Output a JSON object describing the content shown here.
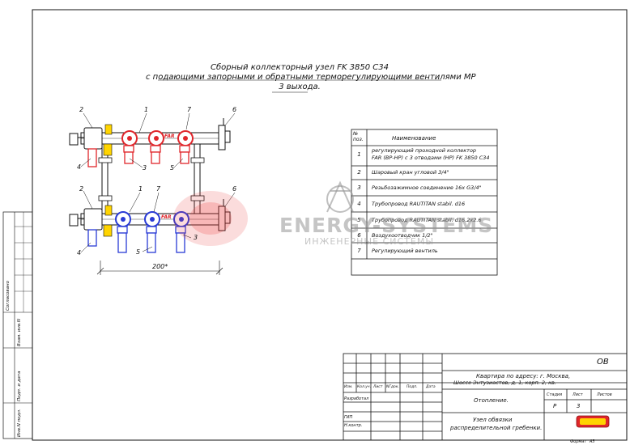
{
  "title": {
    "line1": "Сборный коллекторный узел  FK 3850 C34",
    "line2": "с подающими запорными и обратными терморегулирующими вентилями MP",
    "line3": "3 выхода."
  },
  "callouts": {
    "top": [
      "2",
      "1",
      "7",
      "6",
      "4",
      "3",
      "5"
    ],
    "bottom": [
      "2",
      "1",
      "7",
      "6",
      "4",
      "3",
      "5"
    ]
  },
  "brand_label": "FAR",
  "dimension": "200*",
  "spec_table": {
    "header_num": "№ поз.",
    "header_name": "Наименование",
    "rows": [
      {
        "num": "1",
        "line1": "регулирующий проходной коллектор",
        "line2": "FAR (ВР-НР) с 3 отводами (НР) FK 3850 C34"
      },
      {
        "num": "2",
        "line1": "Шаровый кран угловой 3/4\"",
        "line2": ""
      },
      {
        "num": "3",
        "line1": "Резьбозажимное соединение 16х G3/4\"",
        "line2": ""
      },
      {
        "num": "4",
        "line1": "Трубопровод RAUTITAN stabil. d16",
        "line2": ""
      },
      {
        "num": "5",
        "line1": "Трубопровод RAUTITAN stabil. d16.2x2.6",
        "line2": ""
      },
      {
        "num": "6",
        "line1": "Воздухоотводчик 1/2\"",
        "line2": ""
      },
      {
        "num": "7",
        "line1": "Регулирующий вентиль",
        "line2": ""
      }
    ]
  },
  "watermark": {
    "main": "ENERGY-SYSTEMS",
    "sub": "ИНЖЕНЕРНЫЕ СИСТЕМЫ"
  },
  "side_stamps": [
    "Согласовано",
    "Взам. инв.N",
    "Подп. и дата",
    "Инв.N подл."
  ],
  "title_block": {
    "code": "ОВ",
    "address": [
      "Квартира по адресу: г. Москва,",
      "Шоссе Энтузиастов, д. 1, корп. 2, кв."
    ],
    "columns": [
      "Изм.",
      "Кол.уч.",
      "Лист",
      "NГдок.",
      "Подп.",
      "Дата"
    ],
    "roles": [
      "Разработал",
      "ГИП",
      "Н.контр."
    ],
    "section": "Отопление.",
    "stage_headers": [
      "Стадия",
      "Лист",
      "Листов"
    ],
    "stage": "Р",
    "sheet": "3",
    "sheets": "",
    "drawing_name": [
      "Узел обвязки",
      "распределительной гребенки."
    ],
    "format_label": "Формат",
    "format": "А3"
  },
  "colors": {
    "supply": "#e0262b",
    "return": "#2a3bd6",
    "line": "#111111"
  }
}
